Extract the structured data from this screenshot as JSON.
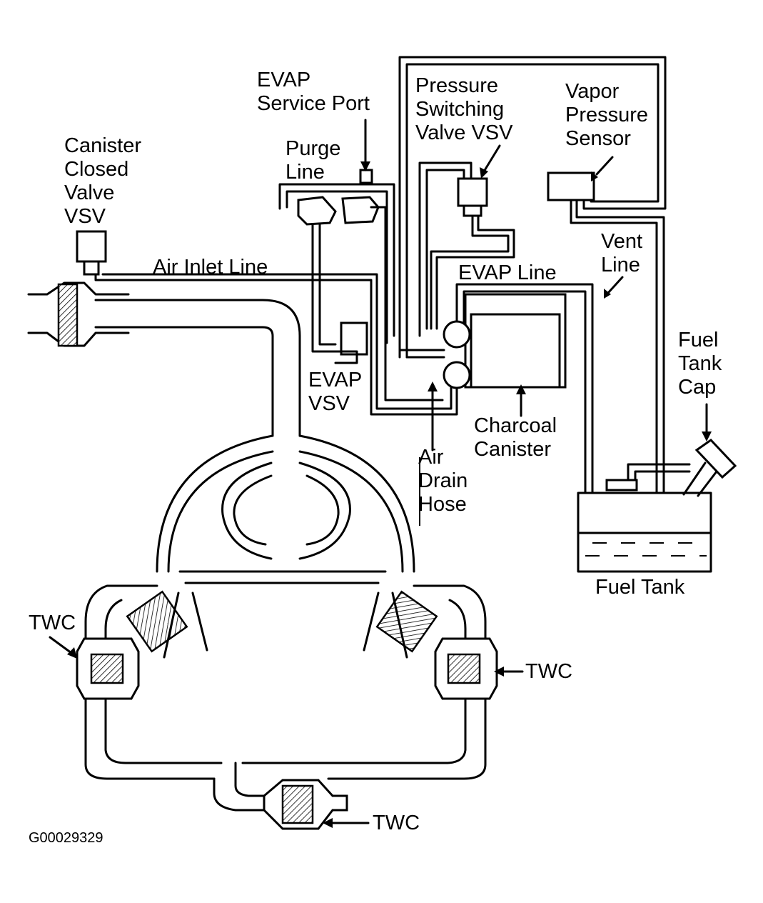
{
  "labels": {
    "evap_service_port": [
      "EVAP",
      "Service Port"
    ],
    "purge_line": [
      "Purge",
      "Line"
    ],
    "pressure_switching_valve": [
      "Pressure",
      "Switching",
      "Valve VSV"
    ],
    "vapor_pressure_sensor": [
      "Vapor",
      "Pressure",
      "Sensor"
    ],
    "canister_closed_valve": [
      "Canister",
      "Closed",
      "Valve",
      "VSV"
    ],
    "air_inlet_line": "Air Inlet Line",
    "evap_line": "EVAP Line",
    "vent_line": [
      "Vent",
      "Line"
    ],
    "evap_vsv": [
      "EVAP",
      "VSV"
    ],
    "charcoal_canister": [
      "Charcoal",
      "Canister"
    ],
    "air_drain_hose": [
      "Air",
      "Drain",
      "Hose"
    ],
    "fuel_tank_cap": [
      "Fuel",
      "Tank",
      "Cap"
    ],
    "fuel_tank": "Fuel Tank",
    "twc_left": "TWC",
    "twc_right": "TWC",
    "twc_bottom": "TWC"
  },
  "figure_code": "G00029329"
}
